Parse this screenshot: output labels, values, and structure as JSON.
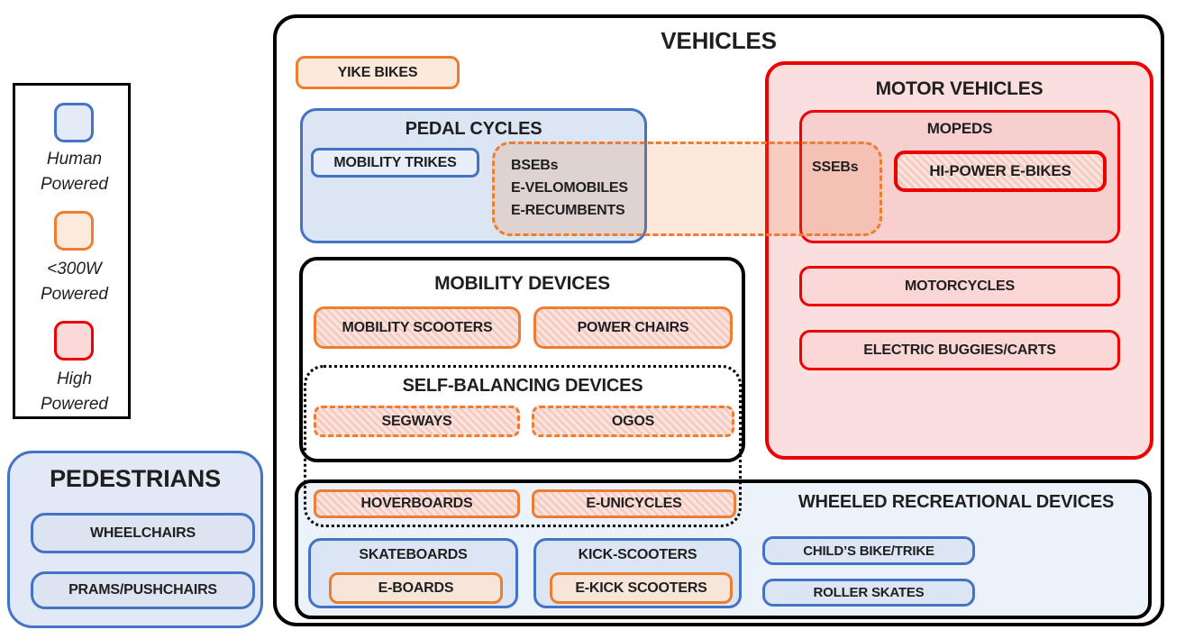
{
  "legend": {
    "items": [
      {
        "name": "human-powered",
        "label": "Human\nPowered",
        "border_color": "#4472C4",
        "fill_color": "#E4EAF6"
      },
      {
        "name": "under-300w-powered",
        "label": "<300W\nPowered",
        "border_color": "#ED7D31",
        "fill_color": "#FCEBDC"
      },
      {
        "name": "high-powered",
        "label": "High\nPowered",
        "border_color": "#EE0000",
        "fill_color": "#FBD9D9"
      }
    ]
  },
  "pedestrians": {
    "title": "PEDESTRIANS",
    "items": [
      "WHEELCHAIRS",
      "PRAMS/PUSHCHAIRS"
    ]
  },
  "vehicles": {
    "title": "VEHICLES",
    "yike_bikes": "YIKE BIKES",
    "pedal_cycles": {
      "title": "PEDAL CYCLES",
      "mobility_trikes": "MOBILITY TRIKES"
    },
    "bseb_overlap": {
      "lines": "BSEBs\nE-VELOMOBILES\nE-RECUMBENTS",
      "sseb": "SSEBs"
    },
    "motor_vehicles": {
      "title": "MOTOR VEHICLES",
      "mopeds": {
        "title": "MOPEDS",
        "hi_power_e_bikes": "HI-POWER E-BIKES"
      },
      "motorcycles": "MOTORCYCLES",
      "electric_buggies": "ELECTRIC BUGGIES/CARTS"
    },
    "mobility_devices": {
      "title": "MOBILITY DEVICES",
      "mobility_scooters": "MOBILITY SCOOTERS",
      "power_chairs": "POWER CHAIRS"
    },
    "self_balancing": {
      "title": "SELF-BALANCING DEVICES",
      "segways": "SEGWAYS",
      "ogos": "OGOS"
    },
    "wheeled_recreational": {
      "title": "WHEELED RECREATIONAL DEVICES",
      "hoverboards": "HOVERBOARDS",
      "e_unicycles": "E-UNICYCLES",
      "skateboards": "SKATEBOARDS",
      "e_boards": "E-BOARDS",
      "kick_scooters": "KICK-SCOOTERS",
      "e_kick_scooters": "E-KICK SCOOTERS",
      "childs_bike": "CHILD’S BIKE/TRIKE",
      "roller_skates": "ROLLER SKATES"
    }
  },
  "colors": {
    "human_powered_border": "#4472C4",
    "low_powered_border": "#ED7D31",
    "high_powered_border": "#EE0000",
    "outline_black": "#000000",
    "blue_fill": "#DCE5F3",
    "orange_fill": "#FCE9DA",
    "red_fill": "#FBDEDE",
    "hatch_fill": "#F7D2CA"
  }
}
